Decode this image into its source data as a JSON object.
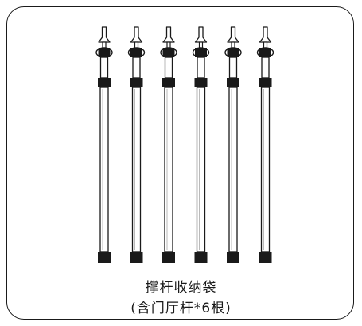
{
  "item": {
    "title": "撑杆收纳袋",
    "subtitle": "(含门厅杆*6根)",
    "pole_count": 6
  },
  "colors": {
    "stroke": "#1a1a1a",
    "cap": "#1a1a1a",
    "background": "#ffffff"
  }
}
